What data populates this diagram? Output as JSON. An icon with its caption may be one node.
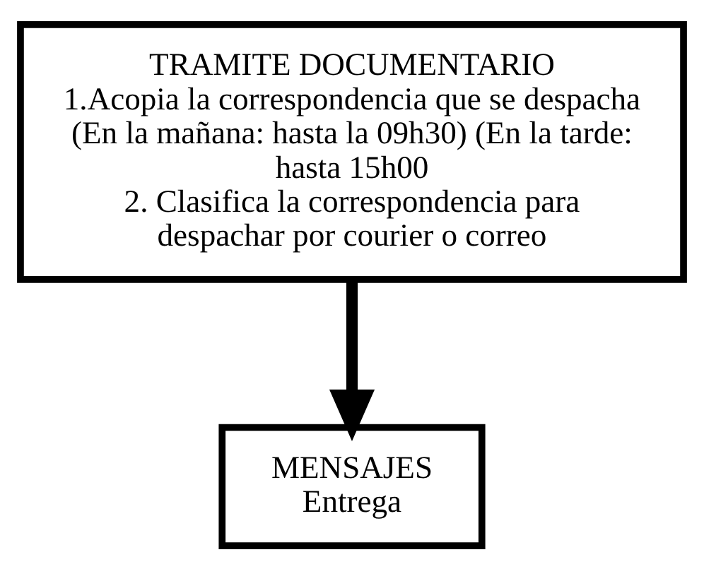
{
  "diagram": {
    "nodes": [
      {
        "text": [
          "TRAMITE DOCUMENTARIO",
          "1.Acopia la correspondencia que se despacha (En la mañana: hasta la 09h30) (En la tarde: hasta 15h00",
          "2. Clasifica la correspondencia para despachar por courier o correo"
        ]
      },
      {
        "text": [
          "MENSAJES",
          "Entrega"
        ]
      }
    ],
    "edges": [
      {
        "from": 0,
        "to": 1,
        "arrow": "to"
      }
    ]
  }
}
